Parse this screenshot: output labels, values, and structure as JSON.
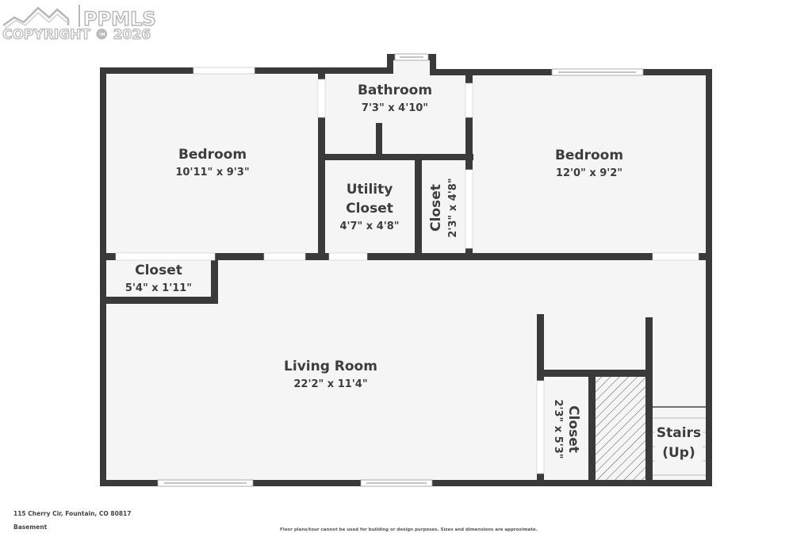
{
  "watermark": {
    "brand": "PPMLS",
    "copyright": "COPYRIGHT © 2026"
  },
  "rooms": {
    "bedroom_left": {
      "name": "Bedroom",
      "dims": "10'11\" x 9'3\""
    },
    "bathroom": {
      "name": "Bathroom",
      "dims": "7'3\" x 4'10\""
    },
    "bedroom_right": {
      "name": "Bedroom",
      "dims": "12'0\" x 9'2\""
    },
    "utility_closet": {
      "name_line1": "Utility",
      "name_line2": "Closet",
      "dims": "4'7\" x 4'8\""
    },
    "closet_mid": {
      "name": "Closet",
      "dims": "2'3\" x 4'8\""
    },
    "closet_left": {
      "name": "Closet",
      "dims": "5'4\" x 1'11\""
    },
    "living_room": {
      "name": "Living Room",
      "dims": "22'2\" x 11'4\""
    },
    "closet_stair": {
      "name": "Closet",
      "dims": "2'3\" x 5'3\""
    },
    "stairs": {
      "name_line1": "Stairs",
      "name_line2": "(Up)"
    }
  },
  "footer": {
    "address": "115 Cherry Cir, Fountain, CO 80817",
    "level": "Basement",
    "disclaimer": "Floor plans/tour cannot be used for building or design purposes. Sizes and dimensions are approximate."
  },
  "colors": {
    "wall": "#3a3a3a",
    "floor": "#f5f5f5",
    "text": "#3d3d3d"
  }
}
